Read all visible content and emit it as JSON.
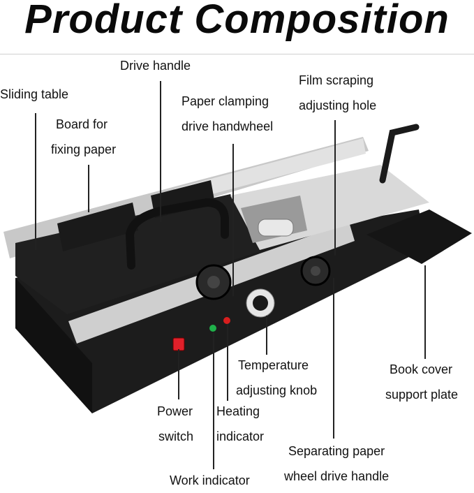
{
  "title": "Product Composition",
  "labels": {
    "sliding_table": [
      "Sliding table"
    ],
    "drive_handle": [
      "Drive handle"
    ],
    "board_fixing": [
      "Board for",
      "fixing paper"
    ],
    "paper_clamping": [
      "Paper clamping",
      "drive handwheel"
    ],
    "film_scraping": [
      "Film scraping",
      "adjusting hole"
    ],
    "temperature": [
      "Temperature",
      "adjusting knob"
    ],
    "book_cover": [
      "Book cover",
      "support plate"
    ],
    "power_switch": [
      "Power",
      "switch"
    ],
    "heating_indicator": [
      "Heating",
      "indicator"
    ],
    "work_indicator": [
      "Work indicator"
    ],
    "separating": [
      "Separating paper",
      "wheel drive handle"
    ]
  },
  "colors": {
    "body_black": "#1c1c1c",
    "silver": "#c8c8c8",
    "power_red": "#e0202a",
    "work_green": "#1fb04a",
    "heat_red": "#d81e1e"
  }
}
